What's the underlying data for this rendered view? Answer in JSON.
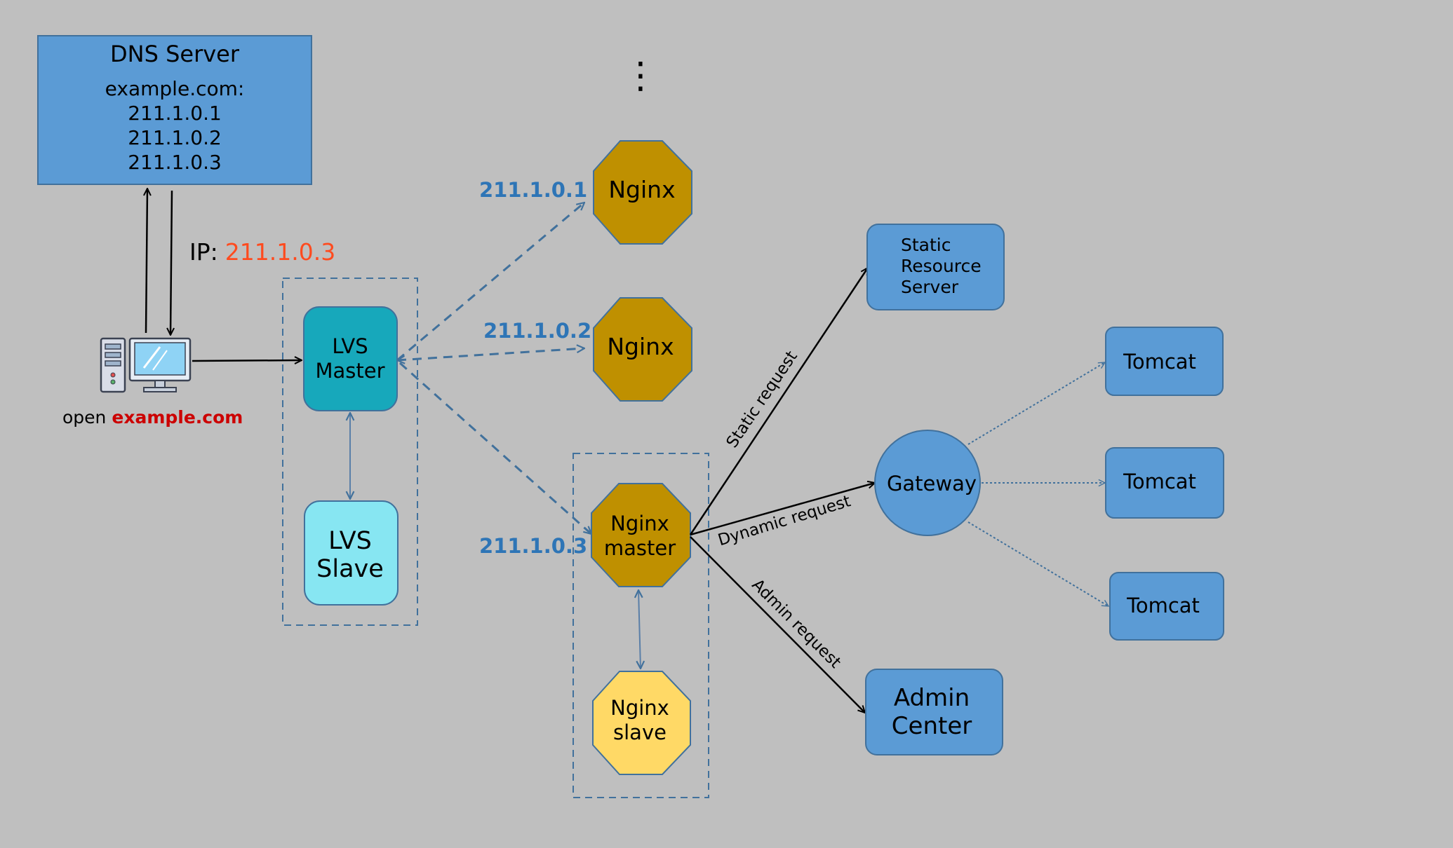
{
  "dns_server": {
    "title": "DNS Server",
    "domain": "example.com:",
    "ips": [
      "211.1.0.1",
      "211.1.0.2",
      "211.1.0.3"
    ]
  },
  "dns_response": {
    "label": "IP:",
    "ip": "211.1.0.3"
  },
  "client": {
    "prefix": "open",
    "domain": "example.com"
  },
  "lvs": {
    "master": [
      "LVS",
      "Master"
    ],
    "slave": [
      "LVS",
      "Slave"
    ]
  },
  "ellipsis": "⋮",
  "nginx_ips": [
    "211.1.0.1",
    "211.1.0.2",
    "211.1.0.3"
  ],
  "nginx": {
    "n1": "Nginx",
    "n2": "Nginx",
    "master": [
      "Nginx",
      "master"
    ],
    "slave": [
      "Nginx",
      "slave"
    ]
  },
  "static_server": [
    "Static",
    "Resource",
    "Server"
  ],
  "gateway": "Gateway",
  "tomcats": [
    "Tomcat",
    "Tomcat",
    "Tomcat"
  ],
  "admin_center": [
    "Admin",
    "Center"
  ],
  "requests": {
    "static": "Static request",
    "dynamic": "Dynamic request",
    "admin": "Admin request"
  },
  "colors": {
    "background": "#bfbfbf",
    "blue_box": "#5b9bd5",
    "blue_border": "#41719c",
    "lvs_master": "#17a8bb",
    "lvs_slave": "#87e6f2",
    "nginx": "#bf9000",
    "nginx_slave": "#ffd966",
    "ip_label_blue": "#2e75b6",
    "ip_red": "#ff4b1f",
    "domain_red": "#cc0000",
    "dashed_blue": "#41719c"
  }
}
